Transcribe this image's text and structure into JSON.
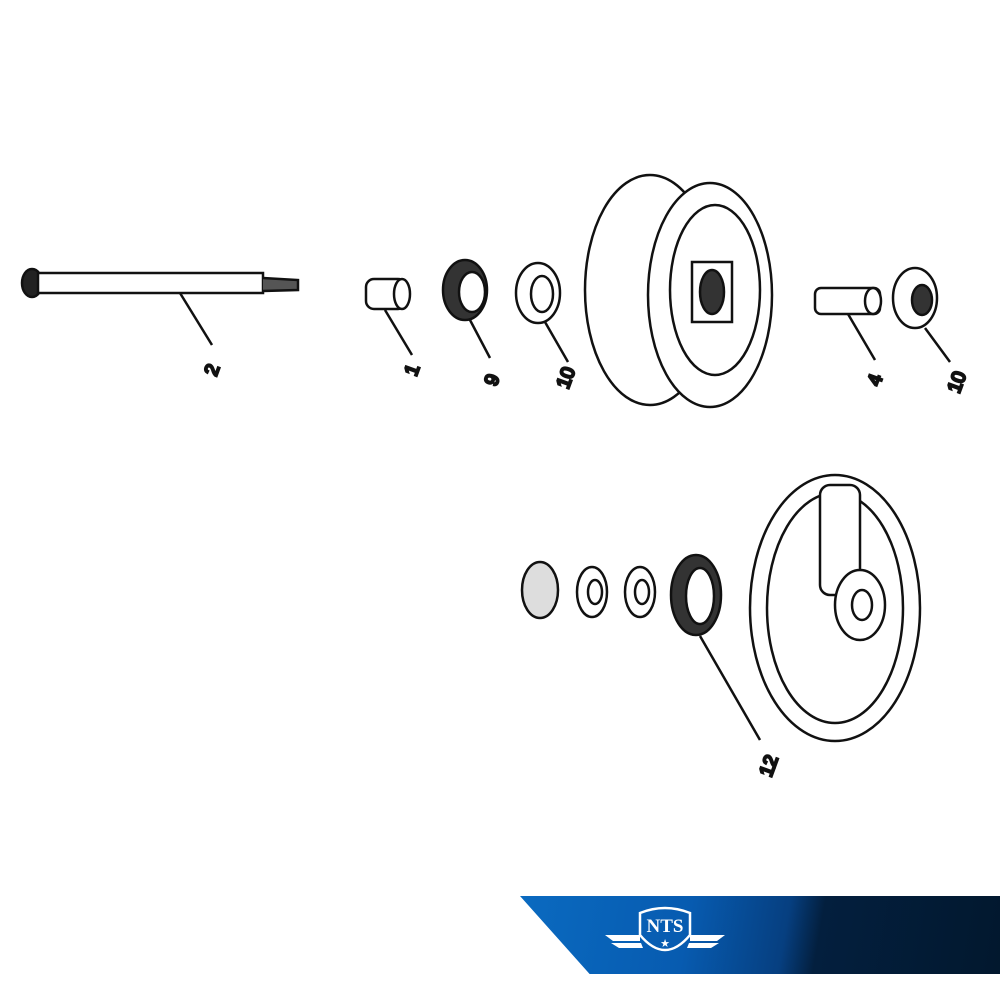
{
  "parts": [
    {
      "id": "axle",
      "label": "2"
    },
    {
      "id": "spacer",
      "label": "1"
    },
    {
      "id": "oil-seal",
      "label": "9"
    },
    {
      "id": "bearing-left",
      "label": "10"
    },
    {
      "id": "spacer-right",
      "label": "4"
    },
    {
      "id": "bearing-right",
      "label": "10"
    },
    {
      "id": "seal-brake",
      "label": "12"
    }
  ],
  "brand": {
    "logo_text": "NTS",
    "colors": {
      "blue": "#0a6ac0",
      "dark": "#02182e"
    }
  }
}
